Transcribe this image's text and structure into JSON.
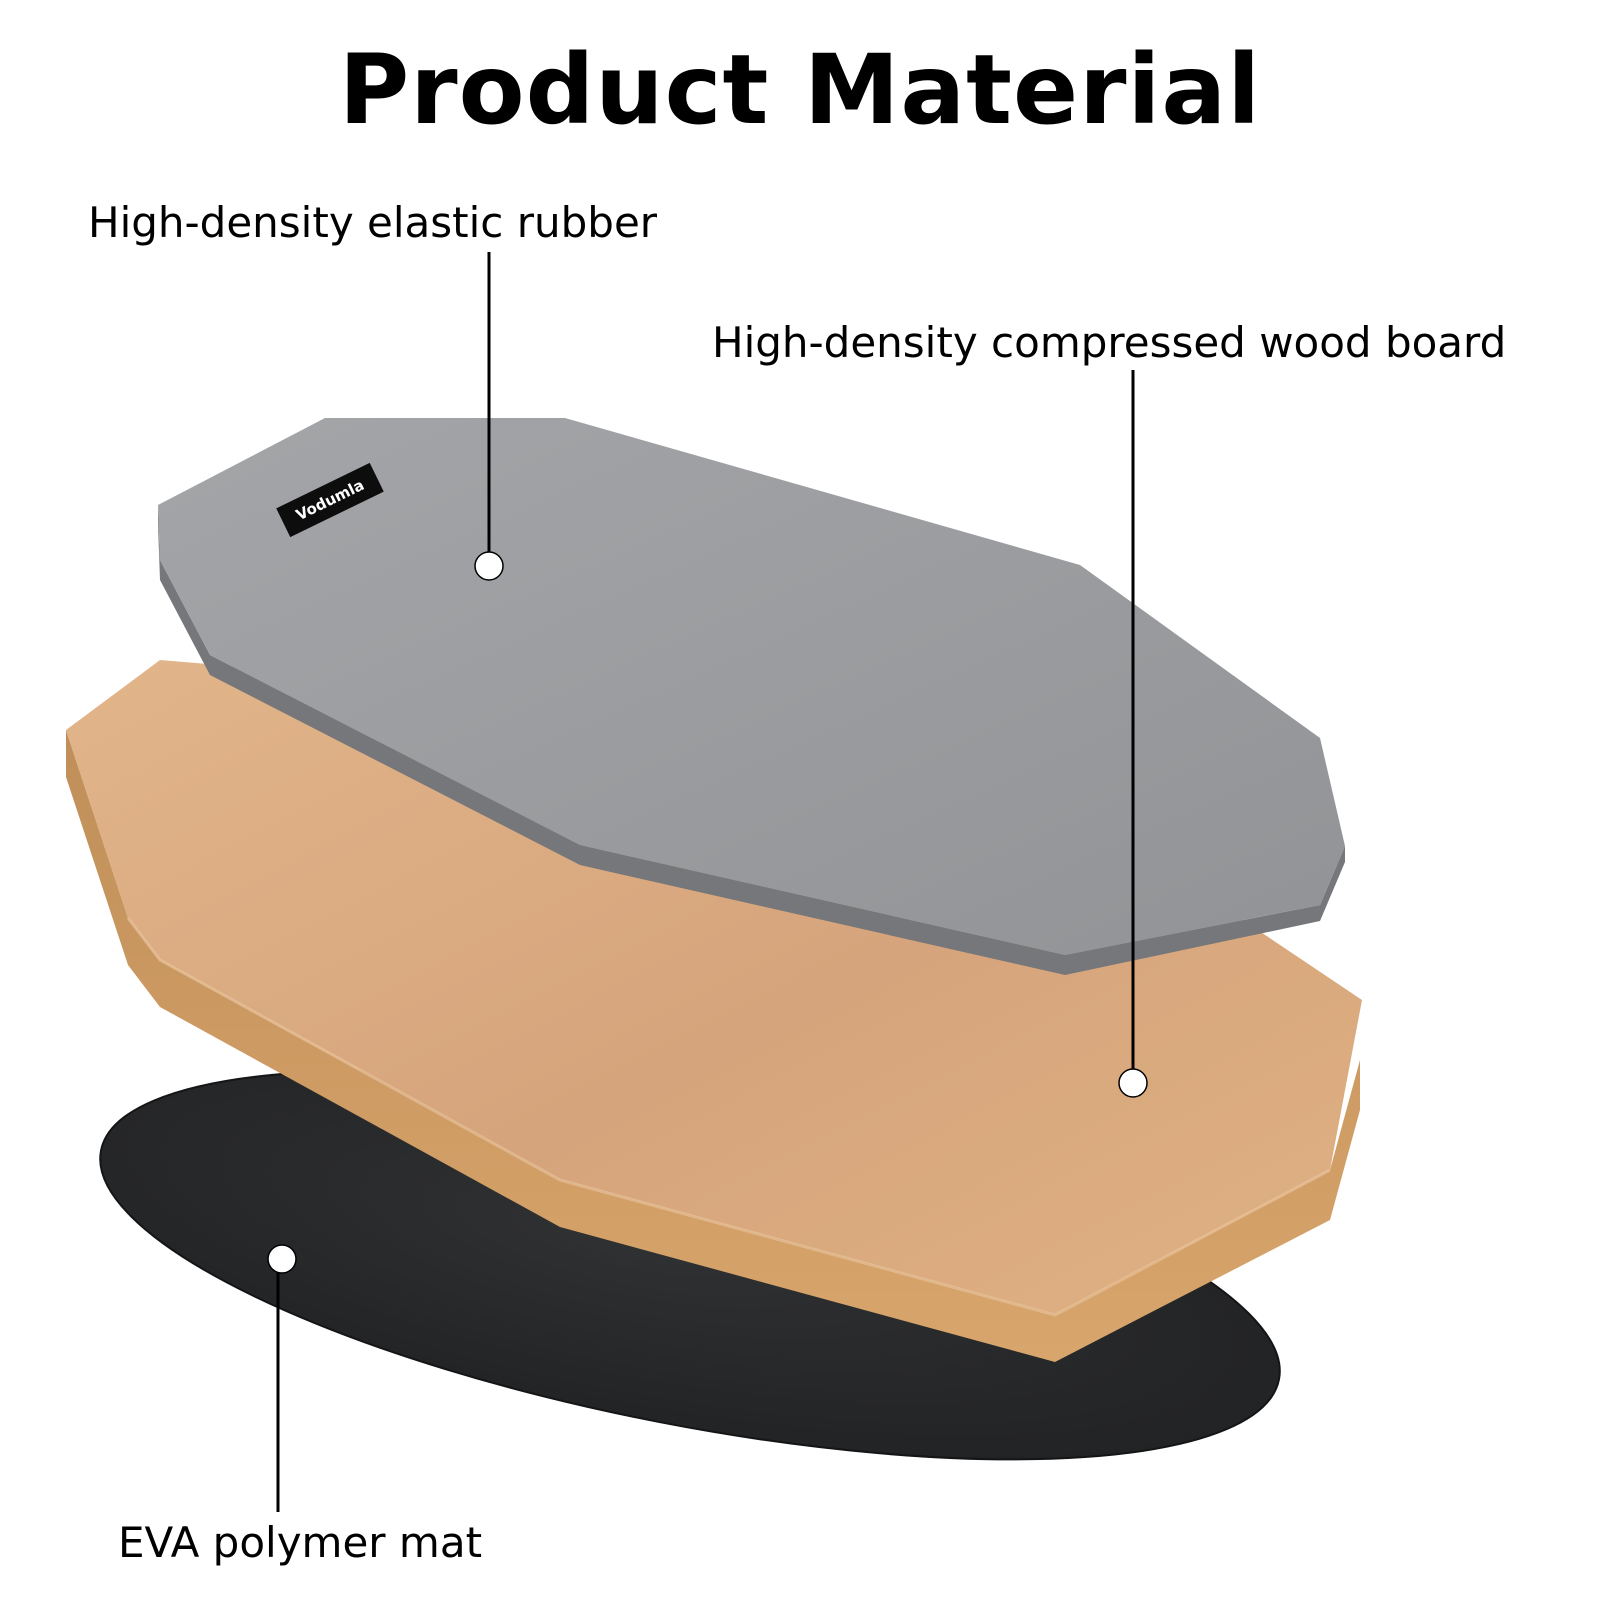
{
  "title": "Product Material",
  "layers": {
    "rubber": {
      "label": "High-density elastic rubber",
      "color": "#9a9c9f"
    },
    "wood": {
      "label": "High-density compressed wood board",
      "color": "#d4a377"
    },
    "eva": {
      "label": "EVA polymer mat",
      "color": "#2a2b2d"
    }
  },
  "brand": "Vodumla"
}
